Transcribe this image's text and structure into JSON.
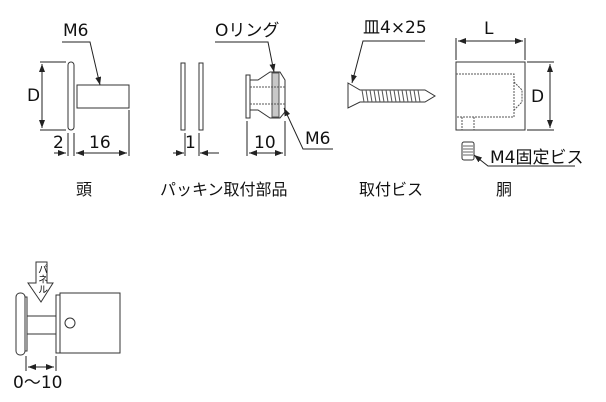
{
  "head": {
    "caption": "頭",
    "thread_label": "M6",
    "diameter_label": "D",
    "flange_thickness": "2",
    "shank_length": "16"
  },
  "packing": {
    "caption": "パッキン取付部品",
    "oring_label": "Oリング",
    "thread_label": "M6",
    "washer_thickness": "1",
    "length": "10"
  },
  "screw": {
    "caption": "取付ビス",
    "spec_label": "皿4×25"
  },
  "body": {
    "caption": "胴",
    "length_label": "L",
    "diameter_label": "D",
    "set_screw_label": "M4固定ビス"
  },
  "assembly": {
    "panel_label": "パネル",
    "range_label": "0〜10"
  }
}
